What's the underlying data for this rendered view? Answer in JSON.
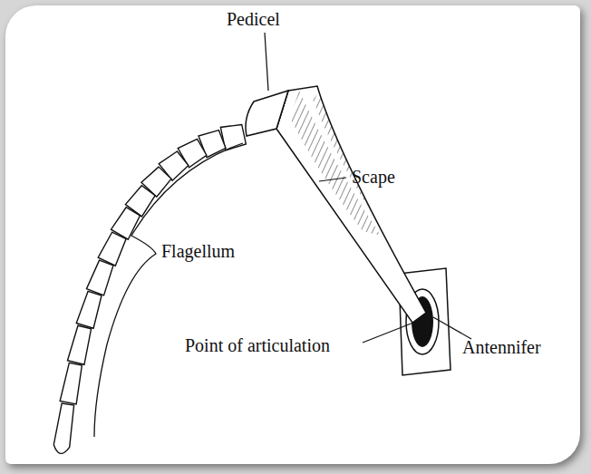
{
  "diagram": {
    "labels": [
      "Pedicel",
      "Scape",
      "Flagellum",
      "Point of articulation",
      "Antennifer"
    ]
  }
}
